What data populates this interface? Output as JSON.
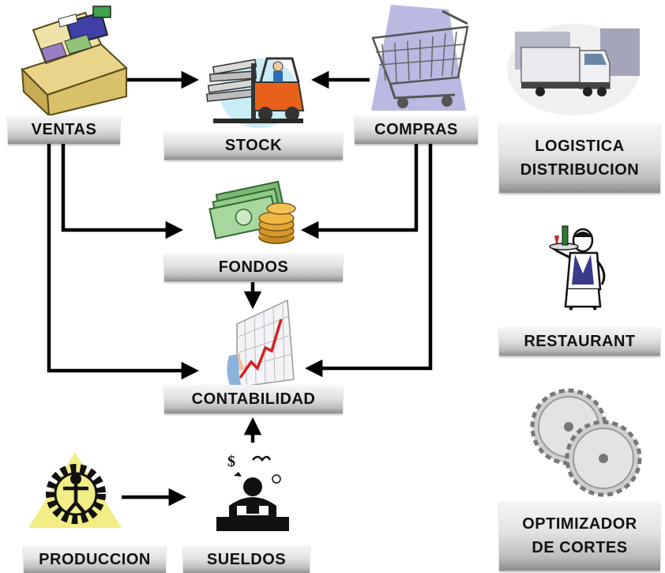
{
  "nodes": {
    "ventas": "VENTAS",
    "stock": "STOCK",
    "compras": "COMPRAS",
    "fondos": "FONDOS",
    "contabilidad": "CONTABILIDAD",
    "produccion": "PRODUCCION",
    "sueldos": "SUELDOS",
    "logistica_line1": "LOGISTICA",
    "logistica_line2": "DISTRIBUCION",
    "restaurant": "RESTAURANT",
    "optimizador_line1": "OPTIMIZADOR",
    "optimizador_line2": "DE CORTES"
  },
  "icons": {
    "ventas": "cash-register-icon",
    "stock": "forklift-icon",
    "compras": "shopping-cart-icon",
    "fondos": "money-coins-icon",
    "contabilidad": "growth-chart-icon",
    "produccion": "gear-worker-icon",
    "sueldos": "worker-desk-icon",
    "logistica": "truck-icon",
    "restaurant": "waiter-icon",
    "optimizador": "saw-blades-icon"
  },
  "colors": {
    "arrow": "#000000",
    "label_top": "#f7f7f7",
    "label_bottom": "#8c8c8c"
  }
}
